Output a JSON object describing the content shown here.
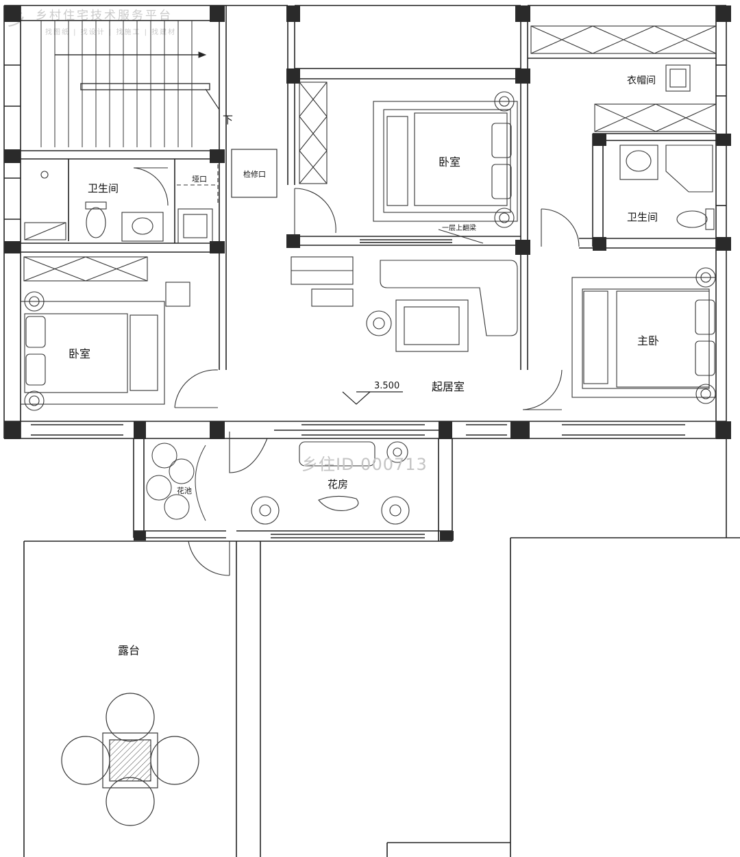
{
  "watermark": {
    "logo": "乡",
    "platform": "乡村住宅技术服务平台",
    "services": "找图纸 | 找设计 | 找施工 | 找建材",
    "id": "乡住ID 000713"
  },
  "rooms": {
    "stair_down": "下",
    "bathroom_left": "卫生间",
    "shaft": "垭口",
    "access_hatch": "检修口",
    "bedroom_top": "卧室",
    "beam_note": "一层上翻梁",
    "closet": "衣帽间",
    "bathroom_right": "卫生间",
    "bedroom_left": "卧室",
    "living_room": "起居室",
    "elevation": "3.500",
    "master_bedroom": "主卧",
    "flower_room": "花房",
    "planter": "花池",
    "terrace": "露台"
  }
}
